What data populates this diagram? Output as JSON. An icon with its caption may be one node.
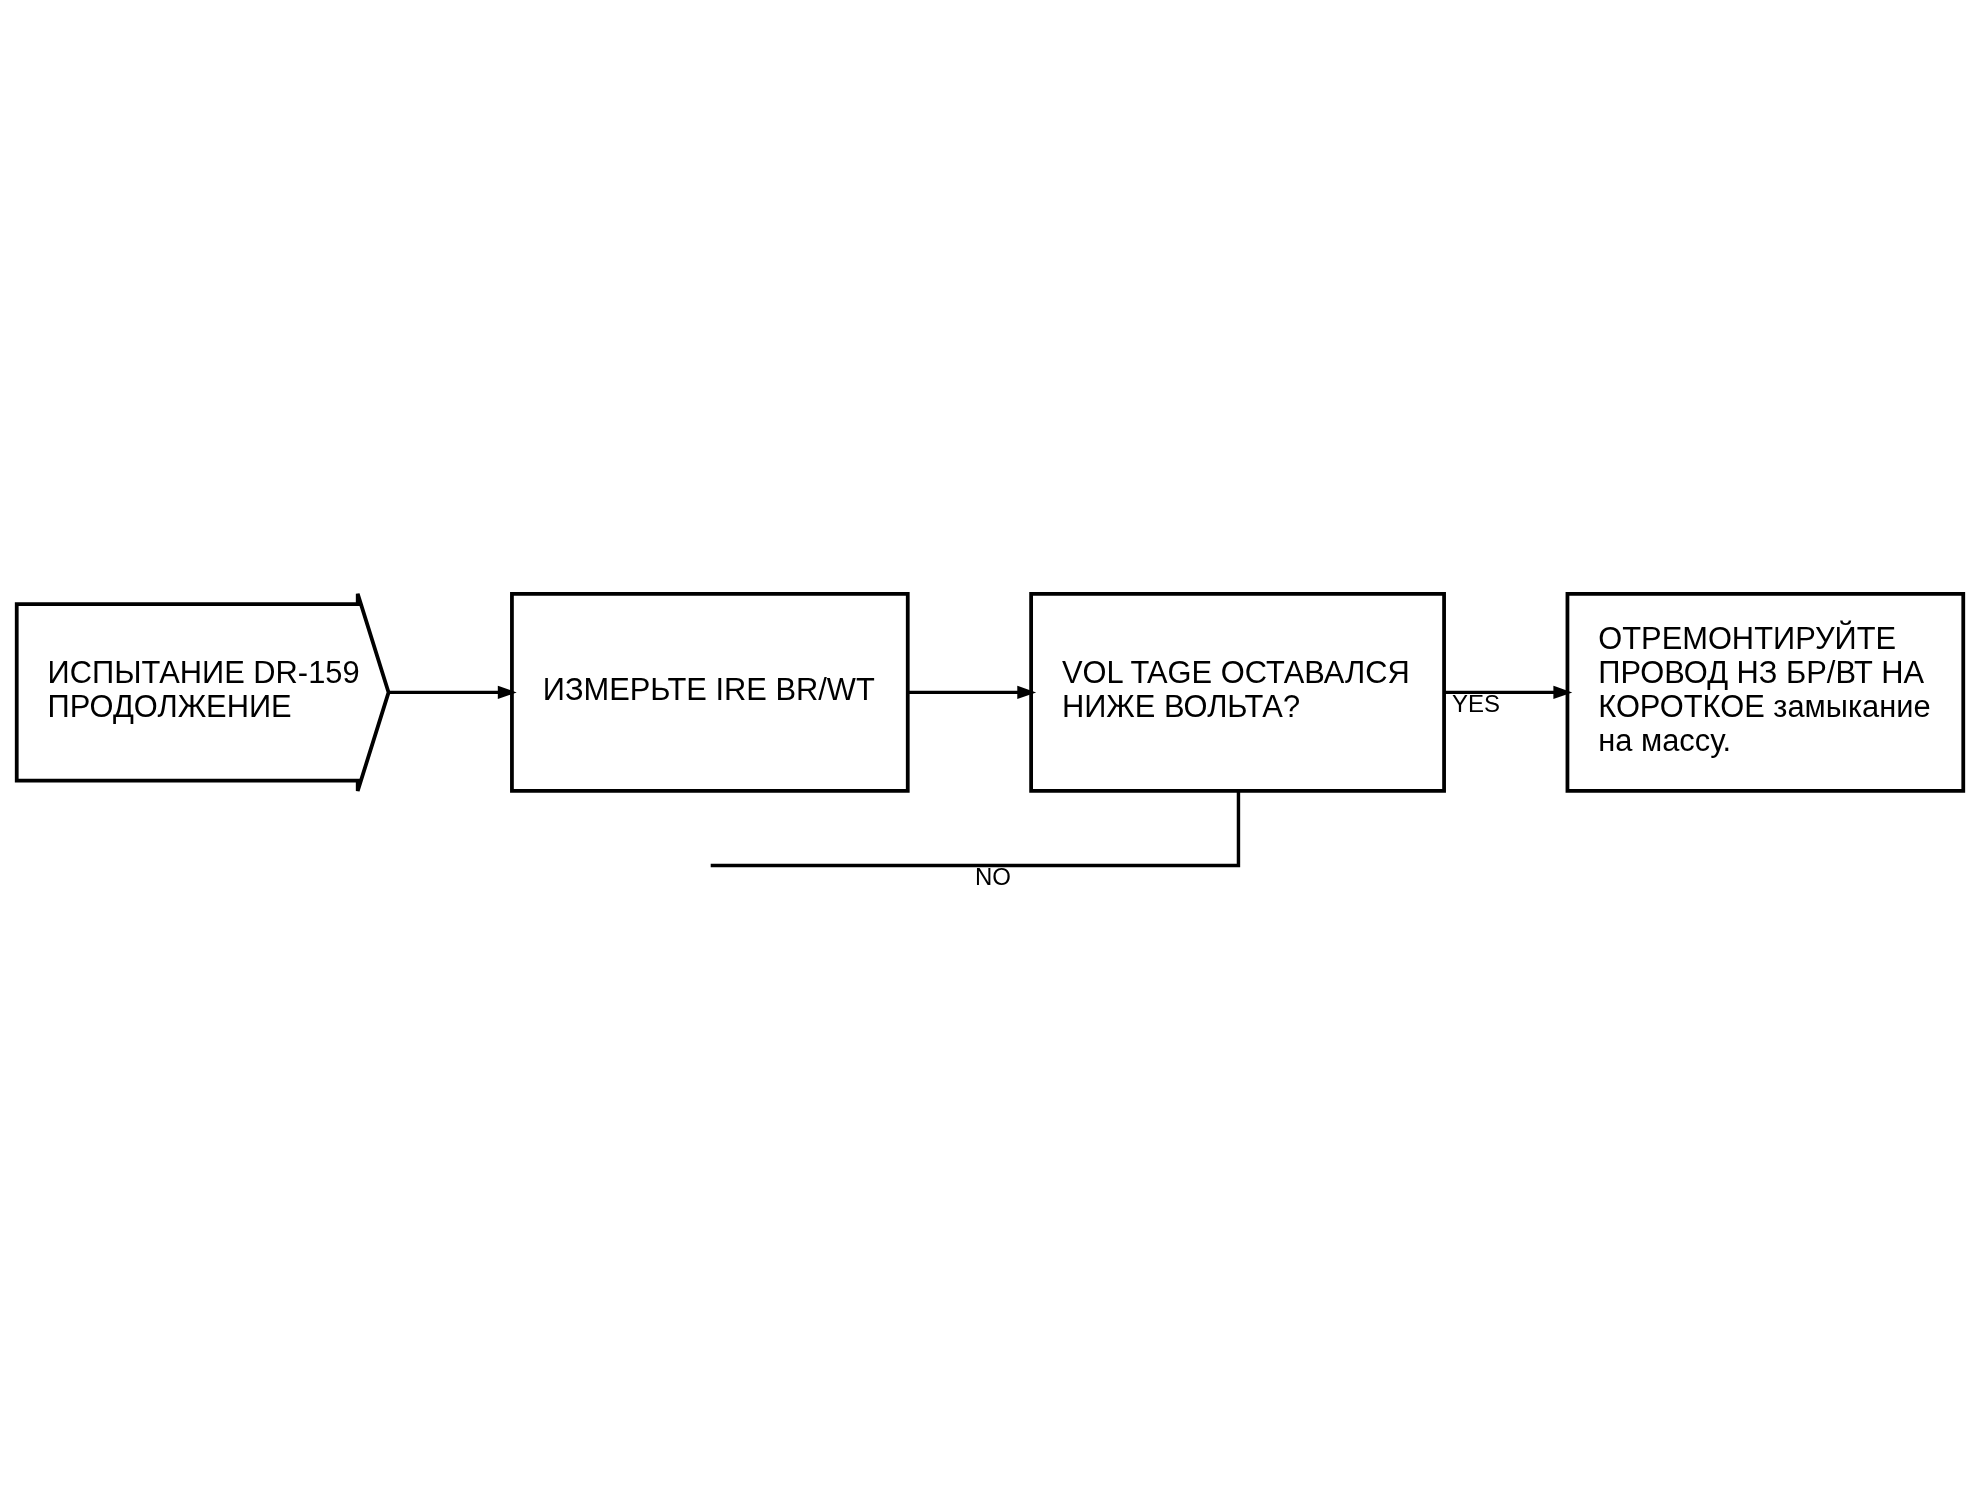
{
  "diagram": {
    "nodes": [
      {
        "text": [
          "ИСПЫТАНИЕ DR-159 ПРОДОЛЖЕНИЕ"
        ]
      },
      {
        "text": [
          "ИЗМЕРЬТЕ IRE BR/WT"
        ]
      },
      {
        "text": [
          "VOL TAGE ОСТАВАЛСЯ НИЖЕ ВОЛЬТА?"
        ]
      },
      {
        "text": [
          "ОТРЕМОНТИРУЙТЕ ПРОВОД НЗ БР/ВТ НА КОРОТКОЕ замыкание на массу."
        ]
      }
    ],
    "edges": [
      {
        "from": 0,
        "to": 1,
        "arrow": "to"
      },
      {
        "from": 1,
        "to": 2,
        "arrow": "to"
      },
      {
        "from": 2,
        "to": 3,
        "arrow": "to",
        "label": "YES"
      },
      {
        "from": 2,
        "to": null,
        "arrow": "none",
        "label": "NO"
      }
    ]
  }
}
